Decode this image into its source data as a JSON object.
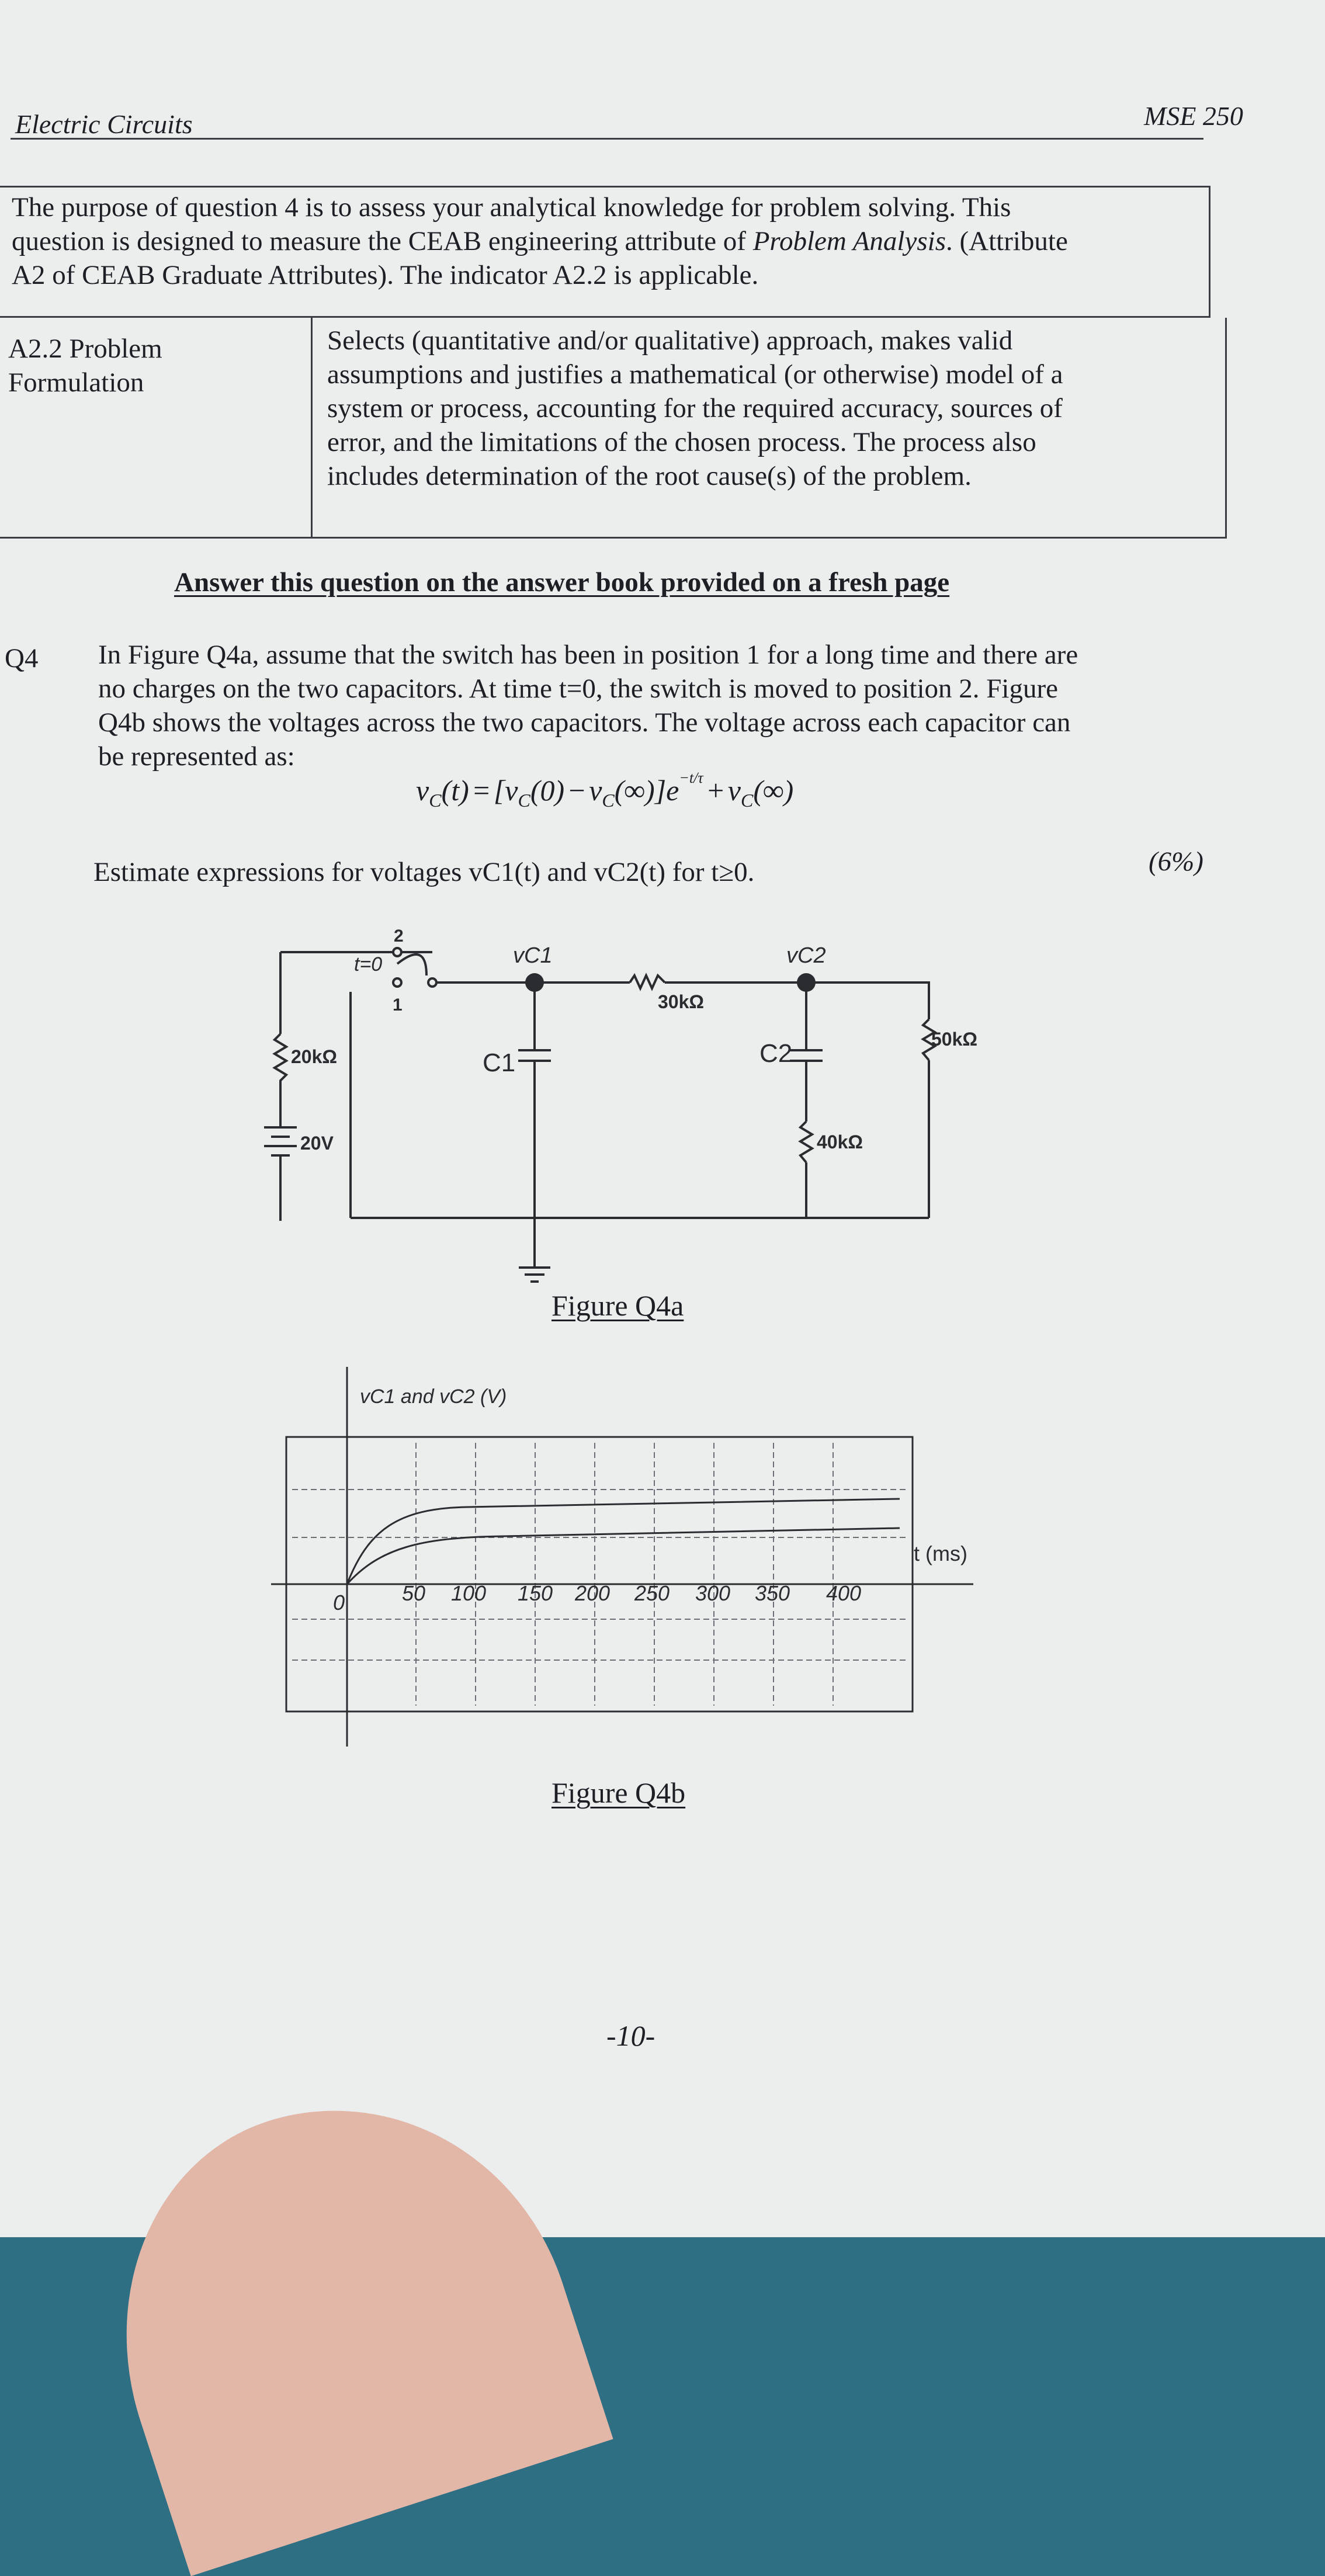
{
  "header": {
    "course": "Electric Circuits",
    "code": "MSE 250"
  },
  "purpose_box": {
    "line1": "The purpose of question 4 is to assess your analytical knowledge for problem solving. This",
    "line2_a": "question is designed to measure the CEAB engineering attribute of ",
    "line2_b": "Problem Analysis",
    "line2_c": ". (Attribute",
    "line3": "A2 of CEAB Graduate Attributes). The indicator A2.2 is applicable."
  },
  "indicator_table": {
    "label_line1": "A2.2 Problem",
    "label_line2": "Formulation",
    "desc_lines": [
      "Selects (quantitative and/or qualitative) approach, makes valid",
      "assumptions and justifies a mathematical (or otherwise) model of a",
      "system or process, accounting for the required accuracy, sources of",
      "error, and the limitations of the chosen process. The process also",
      "includes determination of the root cause(s) of the problem."
    ]
  },
  "instruction": "Answer this question on the answer book provided on a fresh page",
  "question": {
    "number": "Q4",
    "lines": [
      "In Figure Q4a, assume that the switch has been in position 1 for a long time and there are",
      "no charges on the two capacitors. At time t=0, the switch is moved to position 2. Figure",
      "Q4b shows the voltages across the two capacitors. The voltage across each capacitor can",
      "be represented as:"
    ],
    "formula": "v_C(t) = [v_C(0) − v_C(∞)]e^(−t/τ) + v_C(∞)",
    "task": "Estimate expressions for voltages vC1(t) and vC2(t) for t≥0.",
    "marks": "(6%)"
  },
  "circuit": {
    "caption": "Figure Q4a",
    "switch_pos2": "2",
    "switch_pos1": "1",
    "switch_time": "t=0",
    "node1": "vC1",
    "node2": "vC2",
    "r_source": "20kΩ",
    "source": "20V",
    "c1": "C1",
    "r_series": "30kΩ",
    "c2": "C2",
    "r_c2": "40kΩ",
    "r_load": "50kΩ"
  },
  "plot": {
    "caption": "Figure Q4b",
    "ylabel": "vC1 and vC2 (V)",
    "xlabel": "t (ms)",
    "origin": "0",
    "ticks": [
      "50",
      "100",
      "150",
      "200",
      "250",
      "300",
      "350",
      "400"
    ]
  },
  "page_number": "-10-"
}
